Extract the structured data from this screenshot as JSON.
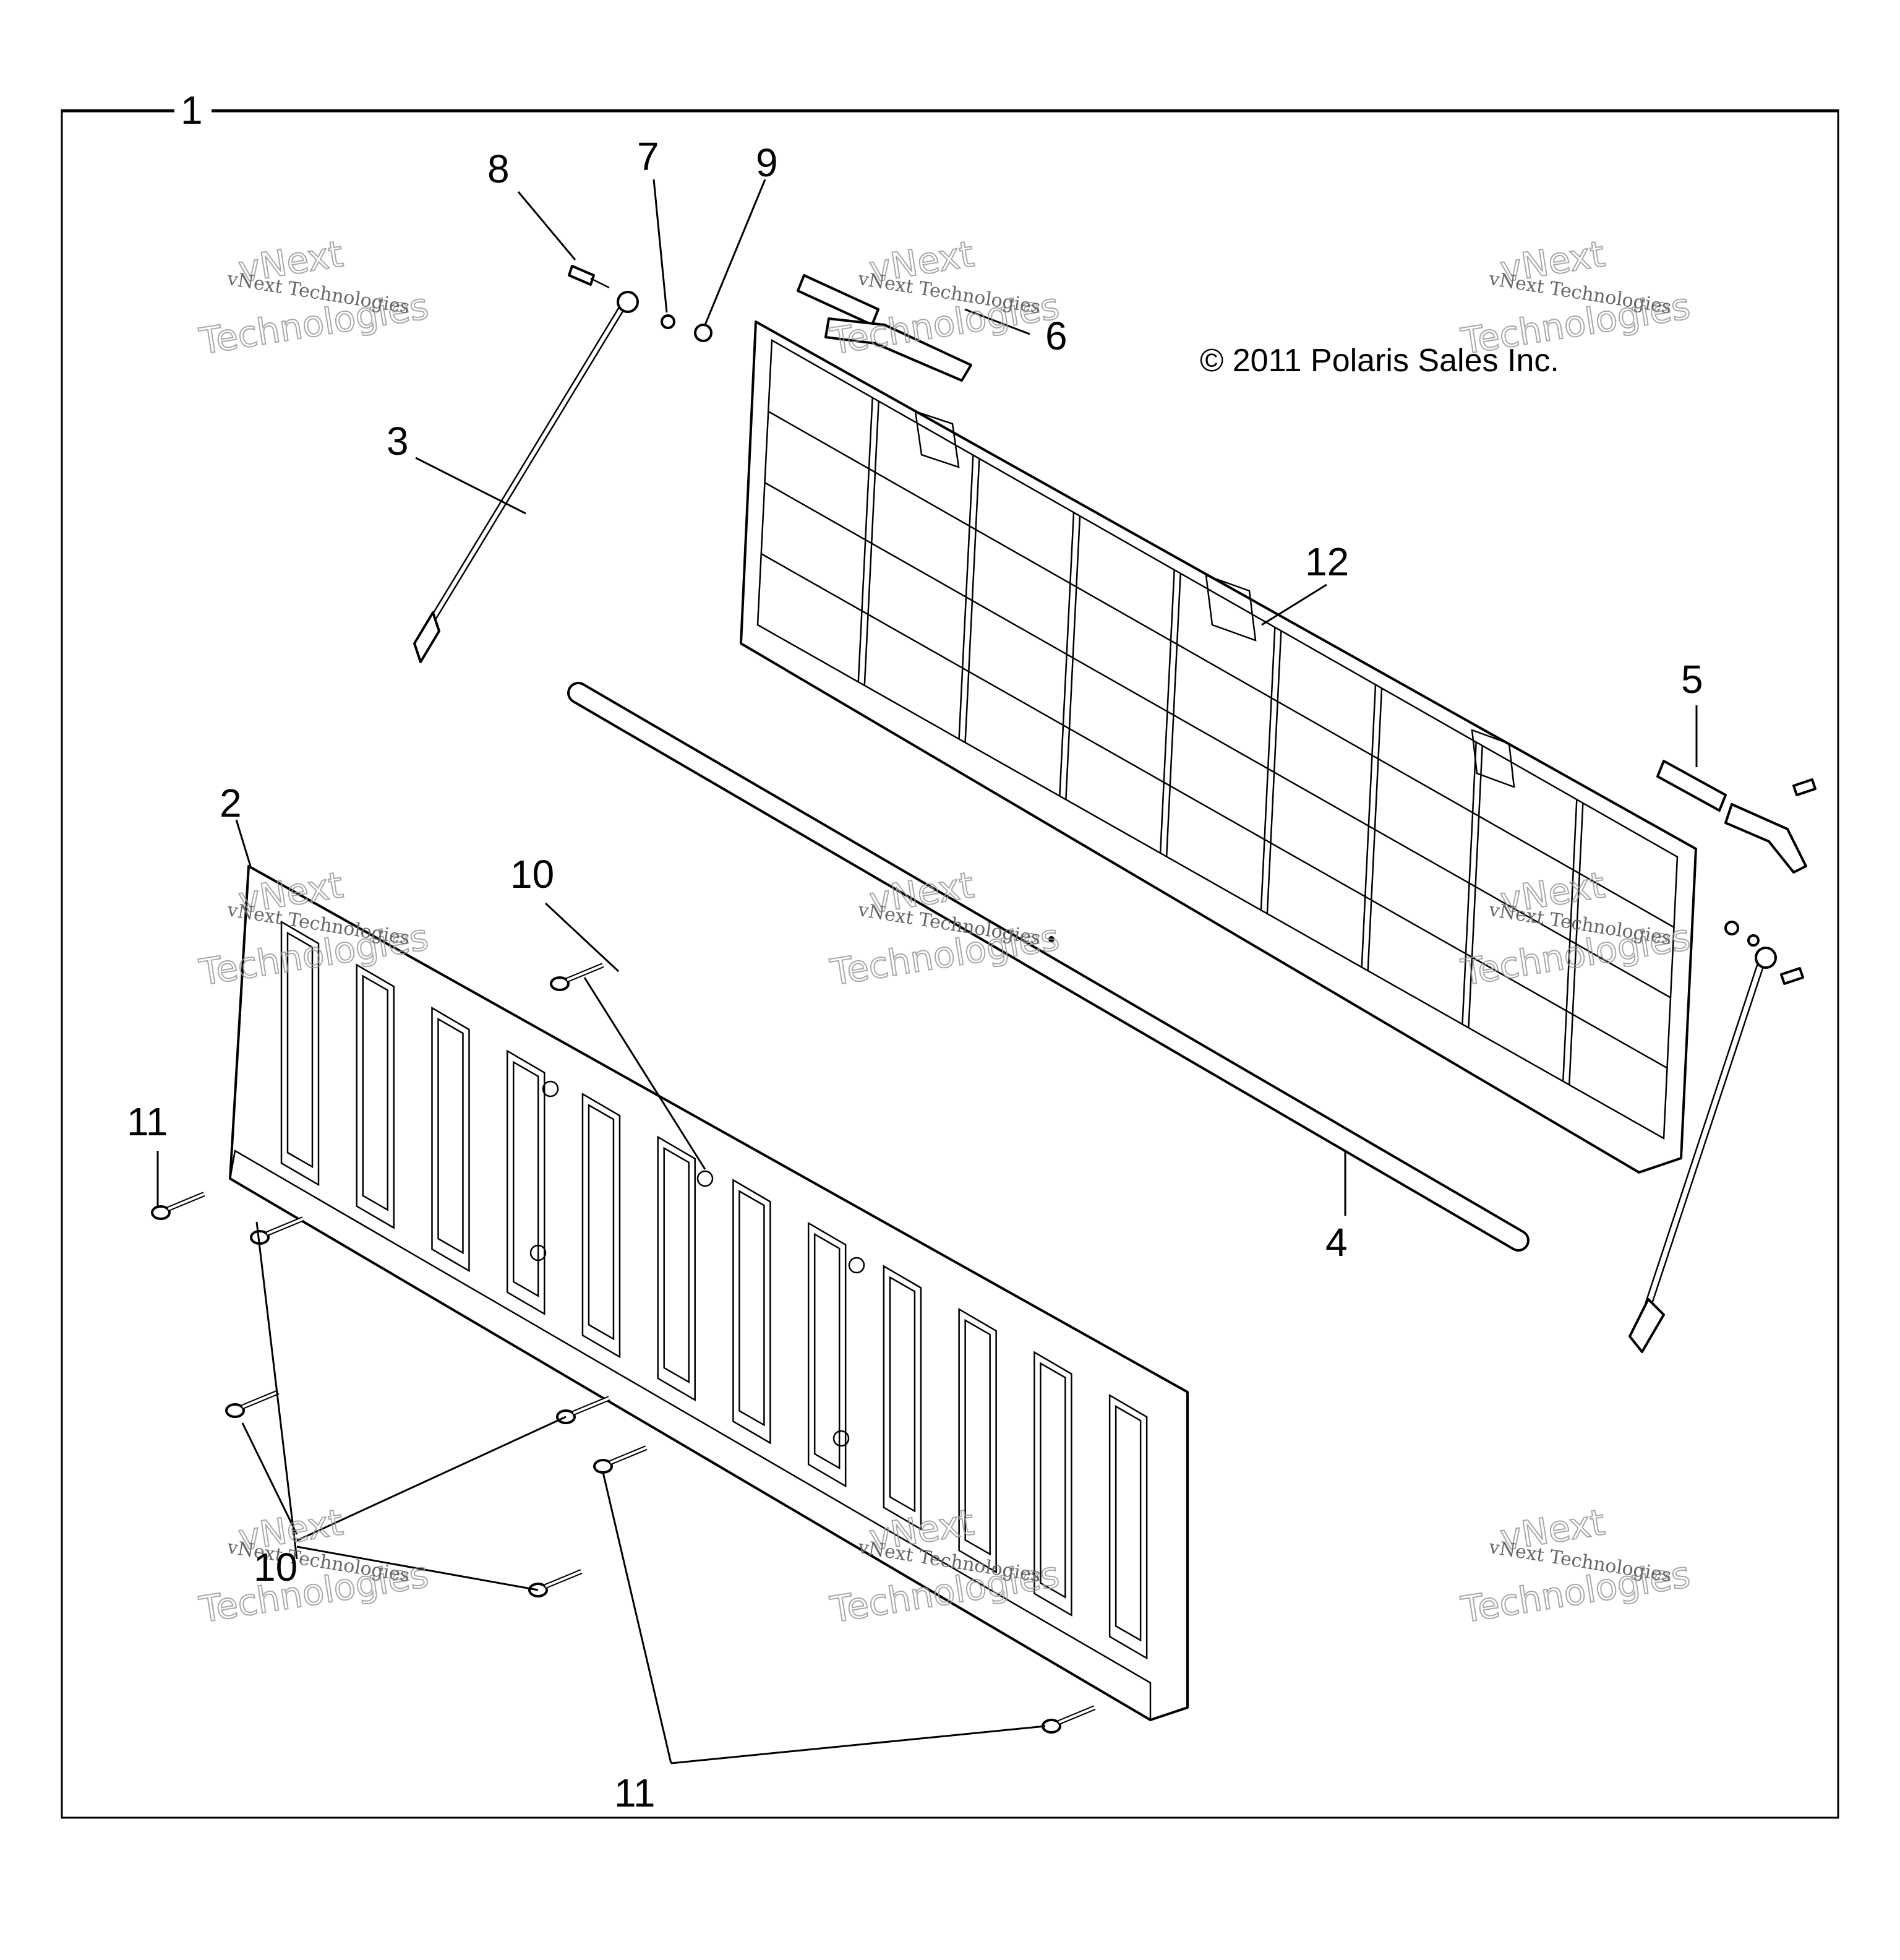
{
  "copyright": "© 2011 Polaris Sales Inc.",
  "watermark": {
    "small": "vNext Technologies",
    "line1": "vNext",
    "line2": "Technologies"
  },
  "callouts": {
    "c1": "1",
    "c2": "2",
    "c3": "3",
    "c4": "4",
    "c5": "5",
    "c6": "6",
    "c7": "7",
    "c8": "8",
    "c9": "9",
    "c10a": "10",
    "c10b": "10",
    "c11a": "11",
    "c11b": "11",
    "c12": "12"
  }
}
